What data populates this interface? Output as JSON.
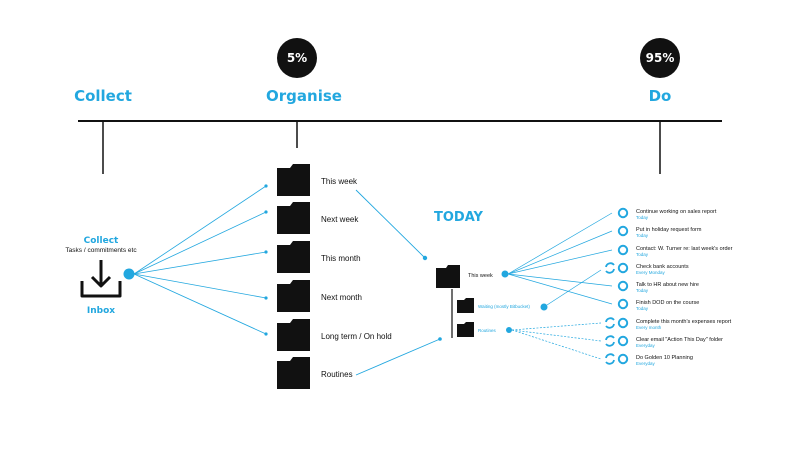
{
  "stages": {
    "collect": {
      "title": "Collect"
    },
    "organise": {
      "title": "Organise",
      "percent": "5%"
    },
    "do": {
      "title": "Do",
      "percent": "95%"
    }
  },
  "inbox": {
    "title": "Collect",
    "subtitle": "Tasks / commitments etc",
    "label": "Inbox"
  },
  "folders": [
    {
      "label": "This week"
    },
    {
      "label": "Next week"
    },
    {
      "label": "This month"
    },
    {
      "label": "Next month"
    },
    {
      "label": "Long term / On hold"
    },
    {
      "label": "Routines"
    }
  ],
  "today": {
    "title": "TODAY",
    "this_week": "This week",
    "waiting": "Waiting (mostly Bitbucket)",
    "routines": "Routines"
  },
  "tasks": [
    {
      "title": "Continue working on sales report",
      "sub": "Today",
      "recurring": false
    },
    {
      "title": "Put in holiday request form",
      "sub": "Today",
      "recurring": false
    },
    {
      "title": "Contact: W. Turner re: last week's order",
      "sub": "Today",
      "recurring": false
    },
    {
      "title": "Check bank accounts",
      "sub": "Every Monday",
      "recurring": true
    },
    {
      "title": "Talk to HR about new hire",
      "sub": "Today",
      "recurring": false
    },
    {
      "title": "Finish DOD on the course",
      "sub": "Today",
      "recurring": false
    },
    {
      "title": "Complete this month's expenses report",
      "sub": "Every month",
      "recurring": true
    },
    {
      "title": "Clear email \"Action This Day\" folder",
      "sub": "Everyday",
      "recurring": true
    },
    {
      "title": "Do Golden 10 Planning",
      "sub": "Everyday",
      "recurring": true
    }
  ],
  "colors": {
    "accent": "#22a7df",
    "ink": "#111111",
    "rule": "#111111"
  }
}
